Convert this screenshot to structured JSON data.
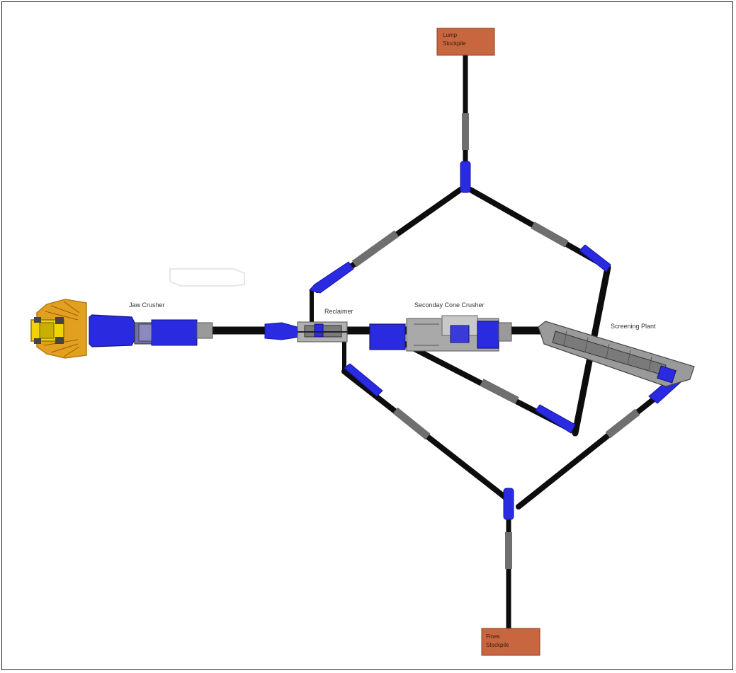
{
  "labels": {
    "jaw_crusher": "Jaw Crusher",
    "reclaimer": "Reclaimer",
    "cone_crusher": "Seconday Cone Crusher",
    "screening_plant": "Screening Plant",
    "lump_stockpile_1": "Lump",
    "lump_stockpile_2": "Stockpile",
    "fines_stockpile_1": "Fines",
    "fines_stockpile_2": "Stockpile"
  },
  "colors": {
    "conveyor": "#0d0d0d",
    "equipment_blue": "#2a2ae0",
    "stockpile": "#c8663f",
    "loader_yellow": "#f2d200",
    "hopper_orange": "#e2a020",
    "machinery_grey": "#8c8c8c"
  }
}
